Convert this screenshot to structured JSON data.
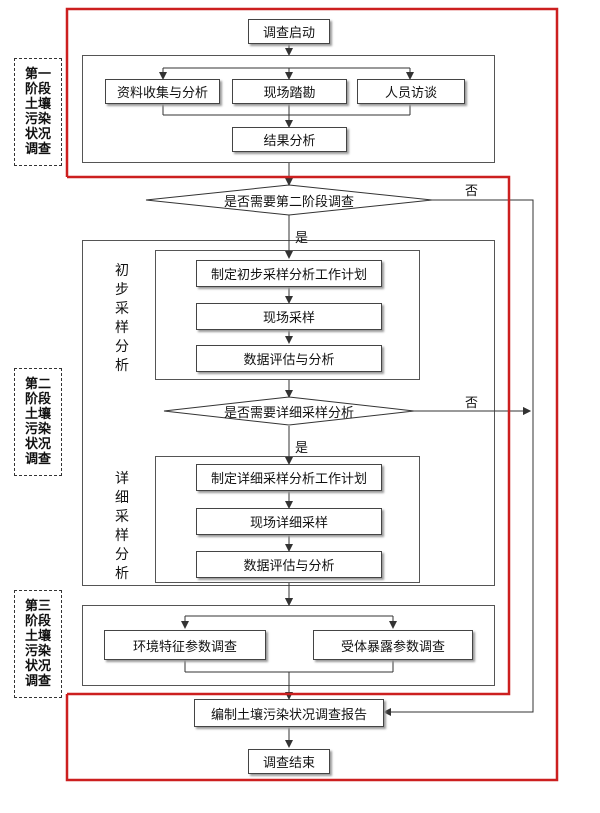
{
  "stages": {
    "s1": "第一\n阶段\n土壤\n污染\n状况\n调查",
    "s2": "第二\n阶段\n土壤\n污染\n状况\n调查",
    "s3": "第三\n阶段\n土壤\n污染\n状况\n调查"
  },
  "side_labels": {
    "initial": "初\n步\n采\n样\n分\n析",
    "detailed": "详\n细\n采\n样\n分\n析"
  },
  "nodes": {
    "start": "调查启动",
    "data_collect": "资料收集与分析",
    "site_survey": "现场踏勘",
    "interview": "人员访谈",
    "result_analysis": "结果分析",
    "initial_plan": "制定初步采样分析工作计划",
    "site_sampling": "现场采样",
    "data_eval_1": "数据评估与分析",
    "detailed_plan": "制定详细采样分析工作计划",
    "detailed_sampling": "现场详细采样",
    "data_eval_2": "数据评估与分析",
    "env_params": "环境特征参数调查",
    "receptor_params": "受体暴露参数调查",
    "report": "编制土壤污染状况调查报告",
    "end": "调查结束"
  },
  "decisions": {
    "second_stage": "是否需要第二阶段调查",
    "detailed_sampling": "是否需要详细采样分析"
  },
  "edge_labels": {
    "yes_1": "是",
    "no_1": "否",
    "yes_2": "是",
    "no_2": "否"
  },
  "colors": {
    "highlight": "#cc1f1f",
    "line": "#333333"
  }
}
